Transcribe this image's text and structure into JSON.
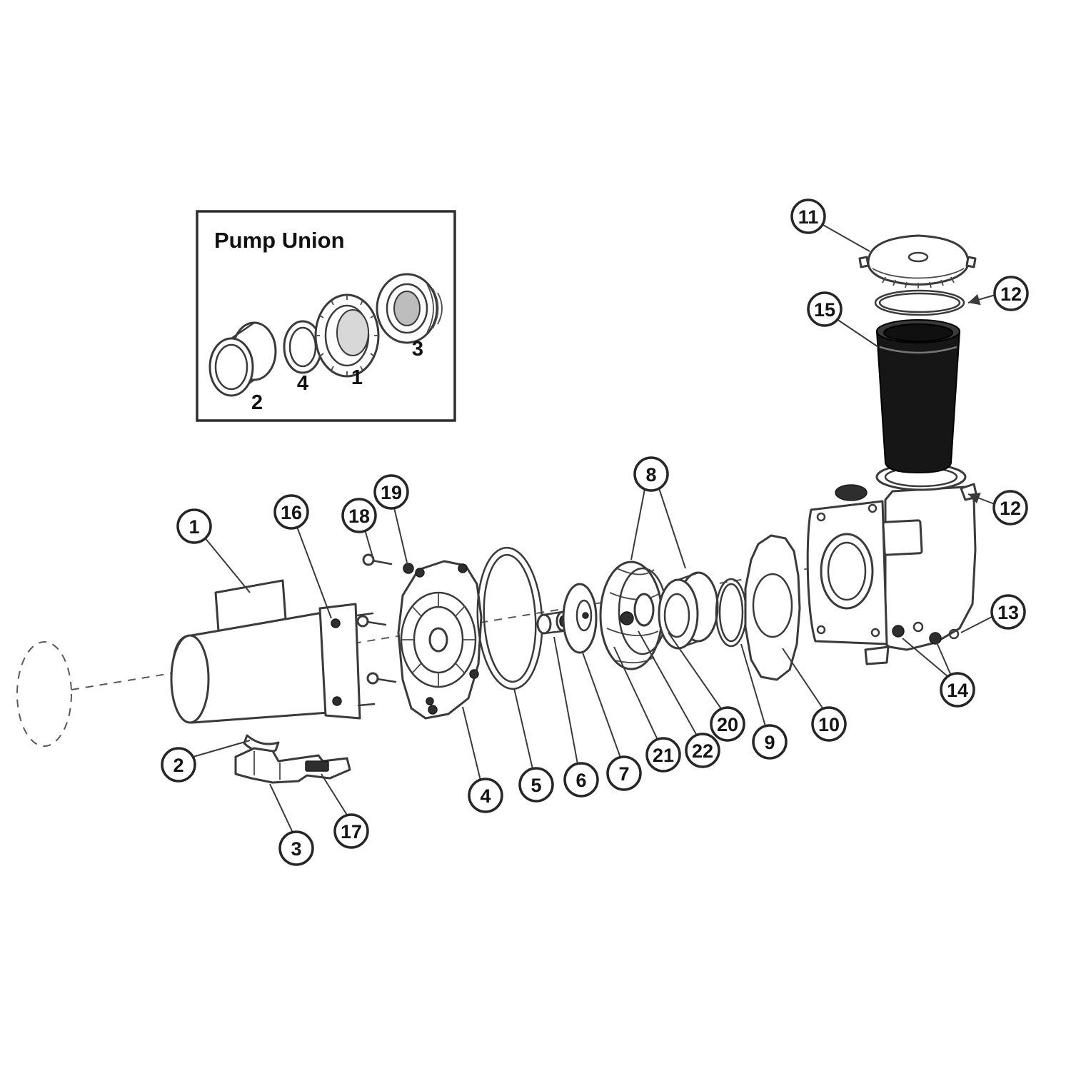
{
  "diagram": {
    "background": "#ffffff",
    "line_color": "#3a3a3a",
    "basket_color": "#161616"
  },
  "inset": {
    "title": "Pump Union",
    "labels": {
      "tailpiece": "2",
      "oring": "4",
      "nut": "1",
      "adapter": "3"
    }
  },
  "callouts": {
    "c1": "1",
    "c2": "2",
    "c3": "3",
    "c4": "4",
    "c5": "5",
    "c6": "6",
    "c7": "7",
    "c8": "8",
    "c9": "9",
    "c10": "10",
    "c11": "11",
    "c12a": "12",
    "c12b": "12",
    "c13": "13",
    "c14": "14",
    "c15": "15",
    "c16": "16",
    "c17": "17",
    "c18": "18",
    "c19": "19",
    "c20": "20",
    "c21": "21",
    "c22": "22"
  }
}
